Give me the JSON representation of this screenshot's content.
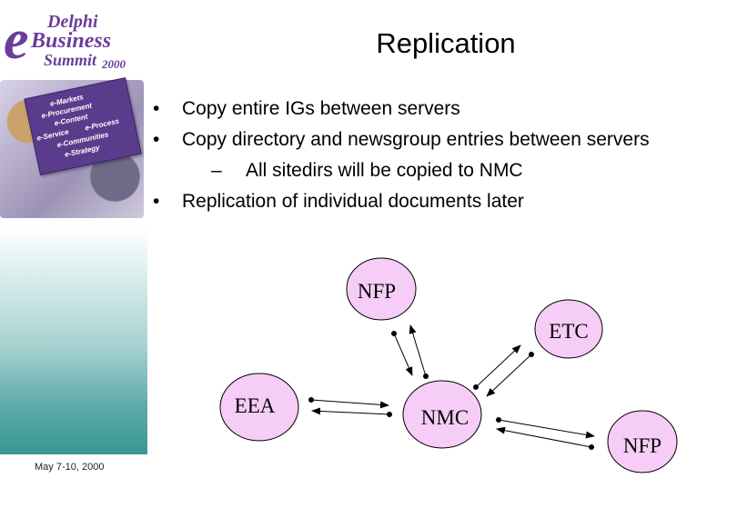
{
  "logo": {
    "line1": "Delphi",
    "line2": "Business",
    "line3": "Summit",
    "year": "2000",
    "initial": "e"
  },
  "collage_terms": [
    "e-Markets",
    "e-Procurement",
    "e-Content",
    "e-Service",
    "e-Process",
    "e-Communities",
    "e-Strategy"
  ],
  "footer": {
    "date": "May 7-10, 2000"
  },
  "slide": {
    "title": "Replication",
    "bullets": [
      {
        "level": 1,
        "text": "Copy entire IGs between servers"
      },
      {
        "level": 1,
        "text": "Copy directory and newsgroup entries between servers"
      },
      {
        "level": 2,
        "text": "All sitedirs will be copied to NMC"
      },
      {
        "level": 1,
        "text": "Replication of individual documents later"
      }
    ],
    "bullet_marker": "•",
    "sub_marker": "–"
  },
  "diagram": {
    "node_fill": "#f6cdf6",
    "nodes": {
      "nfp_top": "NFP",
      "etc": "ETC",
      "eea": "EEA",
      "nmc": "NMC",
      "nfp_bottom": "NFP"
    }
  }
}
